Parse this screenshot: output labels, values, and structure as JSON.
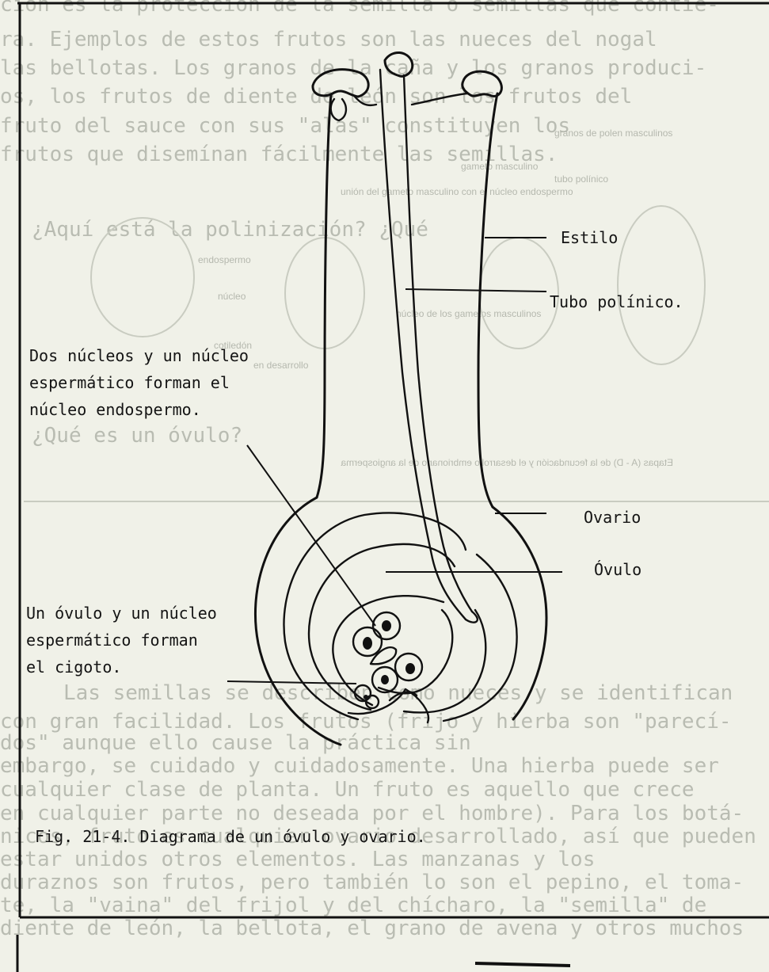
{
  "background_text": {
    "top_lines": [
      "ción es la protección de la semilla o semillas que contie-",
      "ra. Ejemplos de estos frutos son las nueces del nogal",
      "las bellotas. Los granos de la caña y los granos produci-",
      "os, los frutos de diente de león son los frutos del",
      "fruto del sauce con sus \"alas\" constituyen los",
      "frutos que disemínan fácilmente las semillas."
    ],
    "question_1": "¿Aquí está la polinización? ¿Qué",
    "question_2": "¿Qué es un óvulo?",
    "bottom_lines": [
      "Las semillas se describen como nueces y se identifican",
      "con gran facilidad. Los frutos (frijo y hierba son \"parecí-",
      "dos\" aunque ello cause la práctica sin",
      "embargo, se cuidado y cuidadosamente. Una hierba puede ser",
      "cualquier clase de planta. Un fruto es aquello que crece",
      "en cualquier parte no deseada por el hombre). Para los botá-",
      "nicos, fruto es cualquier ovario desarrollado, así que pueden",
      "estar unidos otros elementos. Las manzanas y los",
      "duraznos son frutos, pero también lo son el pepino, el toma-",
      "te, la \"vaina\" del frijol y del chícharo, la \"semilla\" de",
      "diente de león, la bellota, el grano de avena y otros muchos"
    ],
    "bleed_labels": [
      "granos de polen masculinos",
      "gameto masculino",
      "tubo polínico",
      "unión del gameto masculino con el núcleo endospermo",
      "endospermo",
      "núcleo",
      "cotiledón",
      "núcleo de los gametos masculinos",
      "en desarrollo",
      "Etapas (A - D) de la fecundación y el desarrollo embrionario de la angiosperma"
    ],
    "bleed_mirrored": "Etapas (A - D) de la fecundación y el desarrollo embrionario de la angiosperma"
  },
  "labels": {
    "estilo": "Estilo",
    "tubo_polinico": "Tubo polínico.",
    "ovario": "Ovario",
    "ovulo": "Óvulo",
    "dos_nucleos": [
      "Dos núcleos y un núcleo",
      "espermático forman el",
      "núcleo endospermo."
    ],
    "un_ovulo": [
      "Un óvulo y un núcleo",
      "espermático forman",
      "el cigoto."
    ]
  },
  "caption": "Fig. 21-4. Diagrama de un óvulo y ovario.",
  "colors": {
    "paper": "#f0f1e8",
    "ink": "#141414",
    "bleed": "#b9bcb2"
  }
}
